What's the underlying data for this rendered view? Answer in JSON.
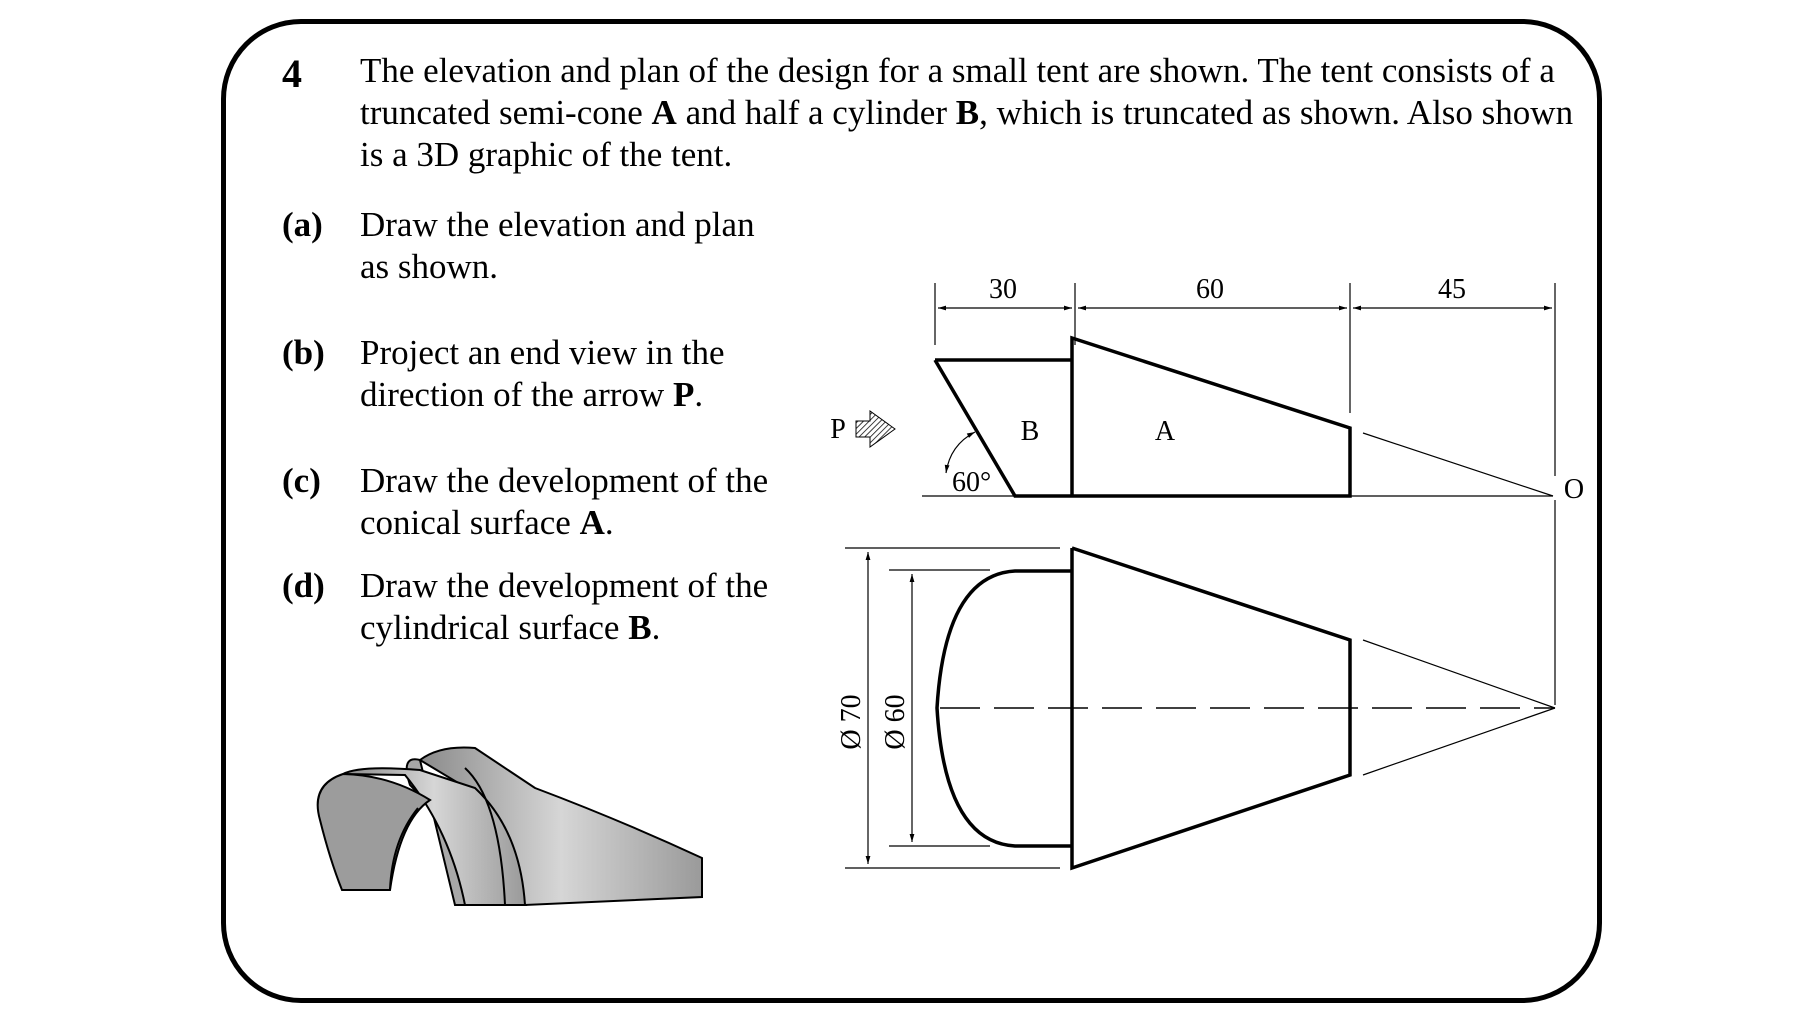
{
  "question": {
    "number": "4",
    "intro_parts": [
      "The elevation and plan of the design for a small tent are shown.  The tent consists of a truncated semi-cone ",
      "A",
      " and half a cylinder ",
      "B",
      ", which is truncated as shown.  Also shown is a 3D graphic of the tent."
    ]
  },
  "parts": [
    {
      "label": "(a)",
      "text": "Draw the elevation and plan as shown.",
      "bold": ""
    },
    {
      "label": "(b)",
      "text": "Project an end view in the direction of the arrow ",
      "bold": "P",
      "suffix": "."
    },
    {
      "label": "(c)",
      "text": "Draw the development of the conical surface ",
      "bold": "A",
      "suffix": "."
    },
    {
      "label": "(d)",
      "text": "Draw the development of the cylindrical surface ",
      "bold": "B",
      "suffix": "."
    }
  ],
  "drawing": {
    "dimensions": {
      "d1": "30",
      "d2": "60",
      "d3": "45"
    },
    "labels": {
      "B": "B",
      "A": "A",
      "P": "P",
      "O": "O",
      "angle": "60°"
    },
    "diameters": {
      "outer": "Ø 70",
      "inner": "Ø 60"
    }
  }
}
